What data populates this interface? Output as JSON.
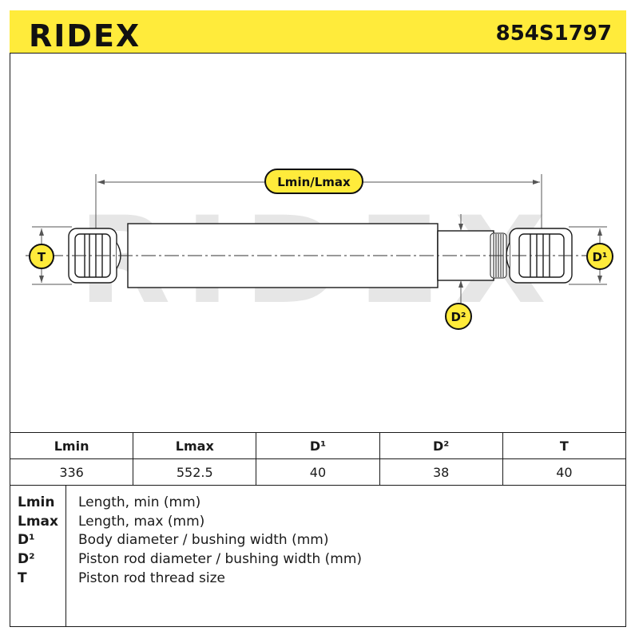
{
  "header": {
    "brand": "RIDEX",
    "part_number": "854S1797",
    "accent_color": "#ffeb3b"
  },
  "drawing": {
    "watermark": "RIDEX",
    "labels": {
      "length": "Lmin/Lmax",
      "thread": "T",
      "body_diameter": "D¹",
      "rod_diameter": "D²"
    },
    "label_bg_color": "#ffeb3b"
  },
  "specs_table": {
    "headers": [
      "Lmin",
      "Lmax",
      "D¹",
      "D²",
      "T"
    ],
    "values": [
      "336",
      "552.5",
      "40",
      "38",
      "40"
    ]
  },
  "legend": [
    {
      "key": "Lmin",
      "desc": "Length, min (mm)"
    },
    {
      "key": "Lmax",
      "desc": "Length, max (mm)"
    },
    {
      "key": "D¹",
      "desc": "Body diameter / bushing width (mm)"
    },
    {
      "key": "D²",
      "desc": "Piston rod diameter / bushing width (mm)"
    },
    {
      "key": "T",
      "desc": "Piston rod thread size"
    }
  ]
}
